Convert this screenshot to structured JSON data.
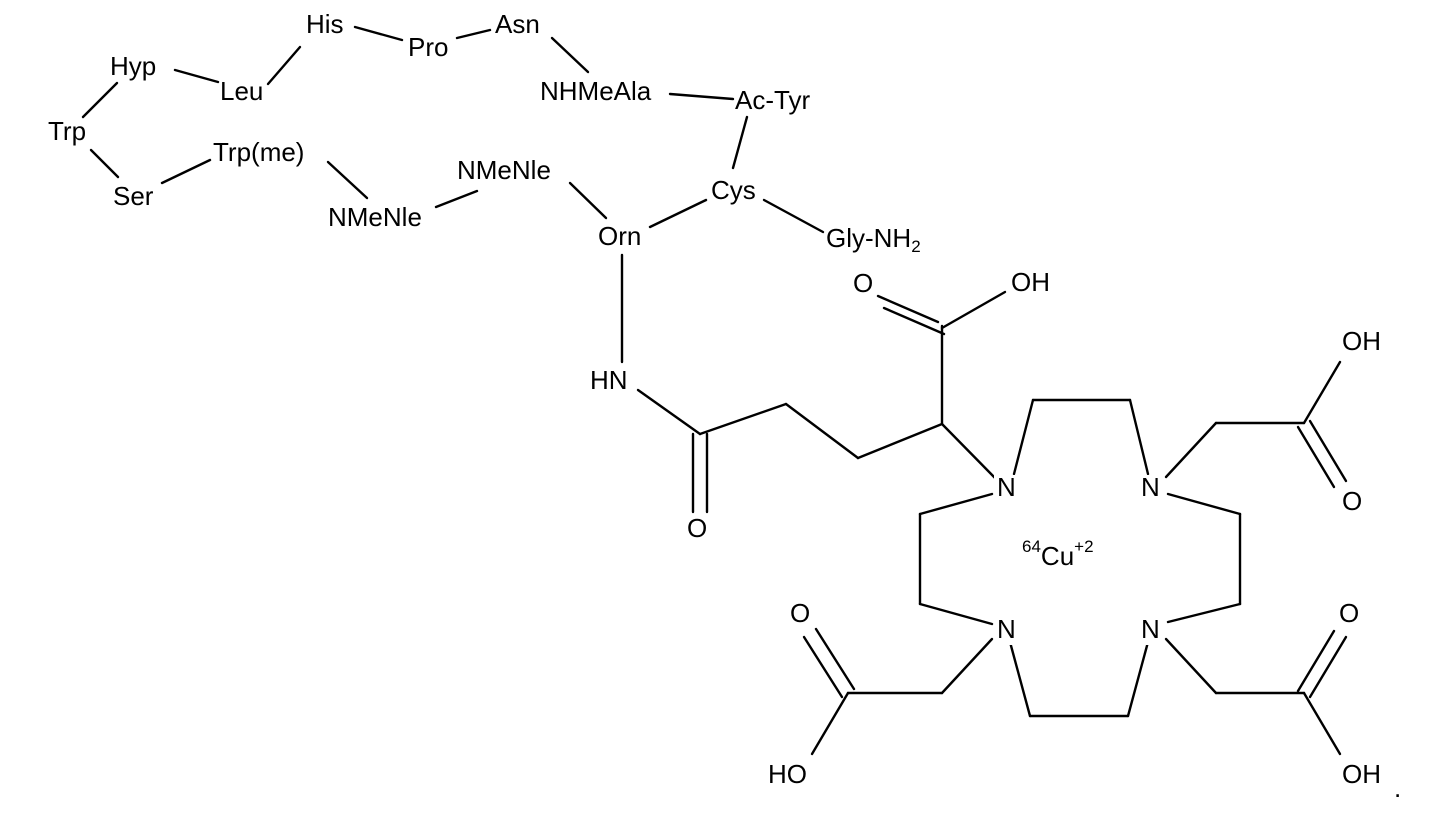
{
  "residues": {
    "his": "His",
    "pro": "Pro",
    "asn": "Asn",
    "hyp": "Hyp",
    "leu": "Leu",
    "nmeala": "NHMeAla",
    "actyr": "Ac-Tyr",
    "trp": "Trp",
    "ser": "Ser",
    "trpme": "Trp(me)",
    "nmenle2": "NMeNle",
    "nmenle1": "NMeNle",
    "cys": "Cys",
    "orn": "Orn",
    "gly": "Gly-NH",
    "gly_sub": "2"
  },
  "atoms": {
    "hn": "HN",
    "carbonyl_o": "O",
    "glu_o": "O",
    "glu_oh": "OH",
    "n_tl": "N",
    "n_tr": "N",
    "n_bl": "N",
    "n_br": "N",
    "tr_oh": "OH",
    "tr_o": "O",
    "bl_o": "O",
    "bl_ho": "HO",
    "br_o": "O",
    "br_oh": "OH",
    "period": "."
  },
  "metal": {
    "mass": "64",
    "symbol": "Cu",
    "charge": "+2"
  }
}
